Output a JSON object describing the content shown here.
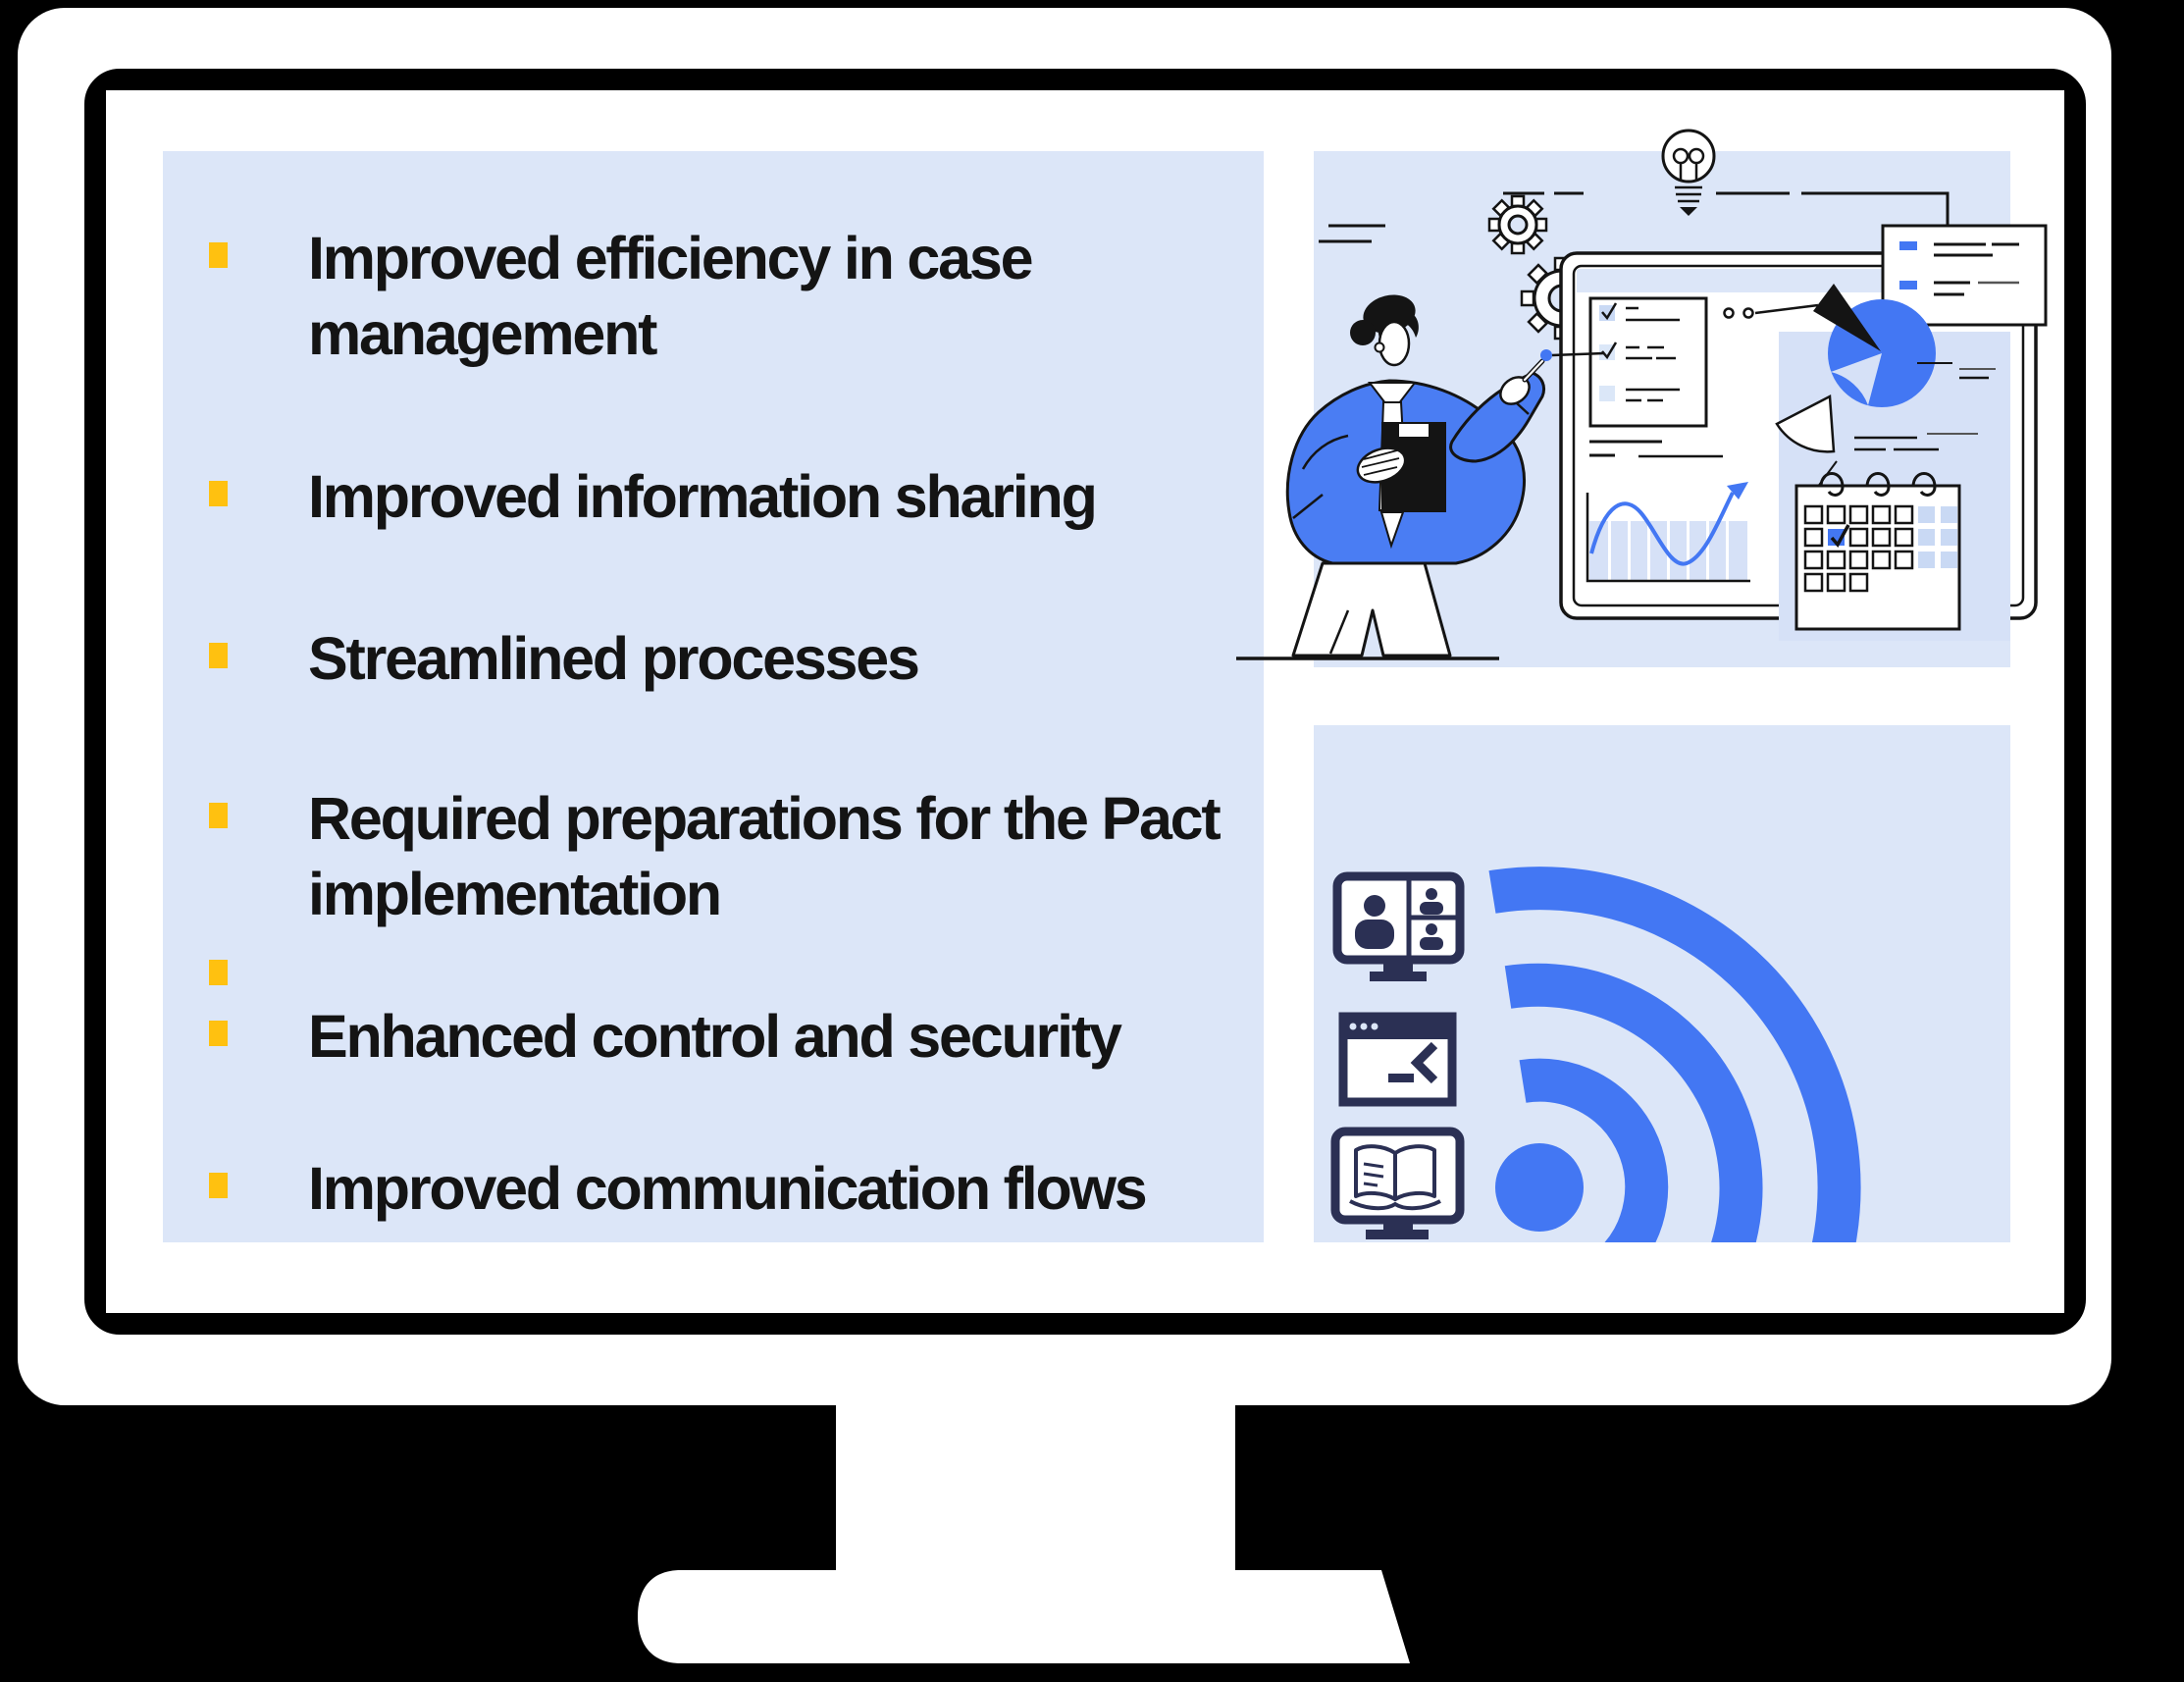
{
  "device": {
    "type": "desktop-monitor-mockup"
  },
  "slide": {
    "list": {
      "items": [
        {
          "label": "Improved efficiency in case management"
        },
        {
          "label": "Improved information sharing"
        },
        {
          "label": "Streamlined processes"
        },
        {
          "label": "Required preparations for the Pact implementation"
        },
        {
          "label": ""
        },
        {
          "label": "Enhanced control and security"
        },
        {
          "label": "Improved communication flows"
        }
      ]
    },
    "illustrations": {
      "top_right": {
        "name": "presenter-analytics-illustration",
        "elements": [
          "gear-icon",
          "lightbulb-icon",
          "presenter-person",
          "clipboard",
          "whiteboard",
          "checklist-card",
          "pie-chart",
          "line-chart",
          "calendar",
          "notes-card"
        ]
      },
      "bottom_right": {
        "name": "connectivity-illustration",
        "elements": [
          "video-call-icon",
          "terminal-icon",
          "ebook-icon",
          "wifi-signal-icon"
        ]
      }
    }
  },
  "colors": {
    "accent_blue": "#4377f3",
    "sweater_blue": "#4a7df3",
    "panel_light_blue": "#dce6f8",
    "tint_blue": "#c9d9f4",
    "backdrop_blue": "#d6e1f7",
    "icon_navy": "#2b3054",
    "bullet_yellow": "#ffc110",
    "text_ink": "#141414",
    "frame_white": "#ffffff",
    "background_black": "#000000"
  }
}
